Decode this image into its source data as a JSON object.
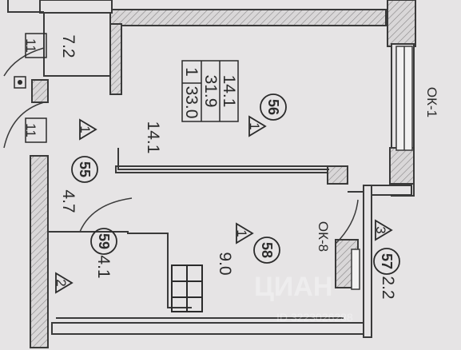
{
  "plan": {
    "rooms": [
      {
        "number": "56",
        "area": "14.1"
      },
      {
        "number": "55",
        "area": "4.7"
      },
      {
        "number": "59",
        "area": "4.1"
      },
      {
        "number": "58",
        "area": "9.0"
      },
      {
        "number": "57",
        "area": "2.2"
      }
    ],
    "top_left_area": "7.2",
    "area_box": {
      "rooms_count": "1",
      "living": "14.1",
      "total_a": "31.9",
      "total_b": "33.0"
    },
    "markers": {
      "tri_1": "1",
      "tri_2": "2",
      "tri_3": "3",
      "door_box": "11"
    },
    "windows": {
      "window_1": "ОК-1",
      "window_8": "ОК-8"
    },
    "watermark": {
      "brand": "ЦИАН",
      "id_text": "ID 3223026288"
    }
  }
}
